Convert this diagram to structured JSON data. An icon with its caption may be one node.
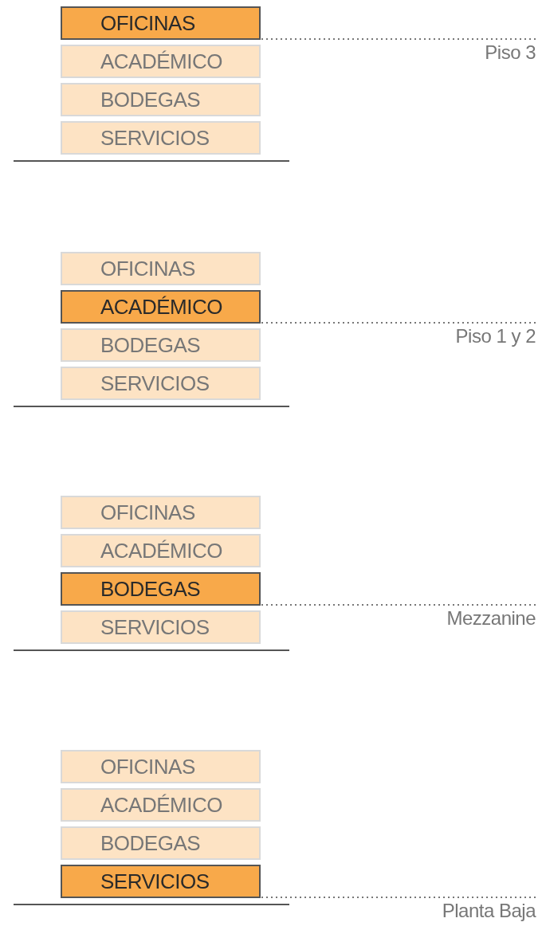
{
  "diagram": {
    "nodes": [
      {
        "text": [
          "OFICINAS"
        ]
      },
      {
        "text": [
          "ACADÉMICO"
        ]
      },
      {
        "text": [
          "BODEGAS"
        ]
      },
      {
        "text": [
          "SERVICIOS"
        ]
      },
      {
        "text": [
          "Piso 3"
        ]
      },
      {
        "text": [
          "OFICINAS"
        ]
      },
      {
        "text": [
          "ACADÉMICO"
        ]
      },
      {
        "text": [
          "BODEGAS"
        ]
      },
      {
        "text": [
          "SERVICIOS"
        ]
      },
      {
        "text": [
          "Piso 1 y 2"
        ]
      },
      {
        "text": [
          "OFICINAS"
        ]
      },
      {
        "text": [
          "ACADÉMICO"
        ]
      },
      {
        "text": [
          "BODEGAS"
        ]
      },
      {
        "text": [
          "SERVICIOS"
        ]
      },
      {
        "text": [
          "Mezzanine"
        ]
      },
      {
        "text": [
          "OFICINAS"
        ]
      },
      {
        "text": [
          "ACADÉMICO"
        ]
      },
      {
        "text": [
          "BODEGAS"
        ]
      },
      {
        "text": [
          "SERVICIOS"
        ]
      },
      {
        "text": [
          "Planta Baja"
        ]
      }
    ],
    "edges": [
      {
        "from": 4,
        "to": 0,
        "arrow": "none",
        "style": "dashed"
      },
      {
        "from": 9,
        "to": 6,
        "arrow": "none",
        "style": "dashed"
      },
      {
        "from": 14,
        "to": 12,
        "arrow": "none",
        "style": "dashed"
      },
      {
        "from": 19,
        "to": 18,
        "arrow": "none",
        "style": "dashed"
      }
    ]
  }
}
